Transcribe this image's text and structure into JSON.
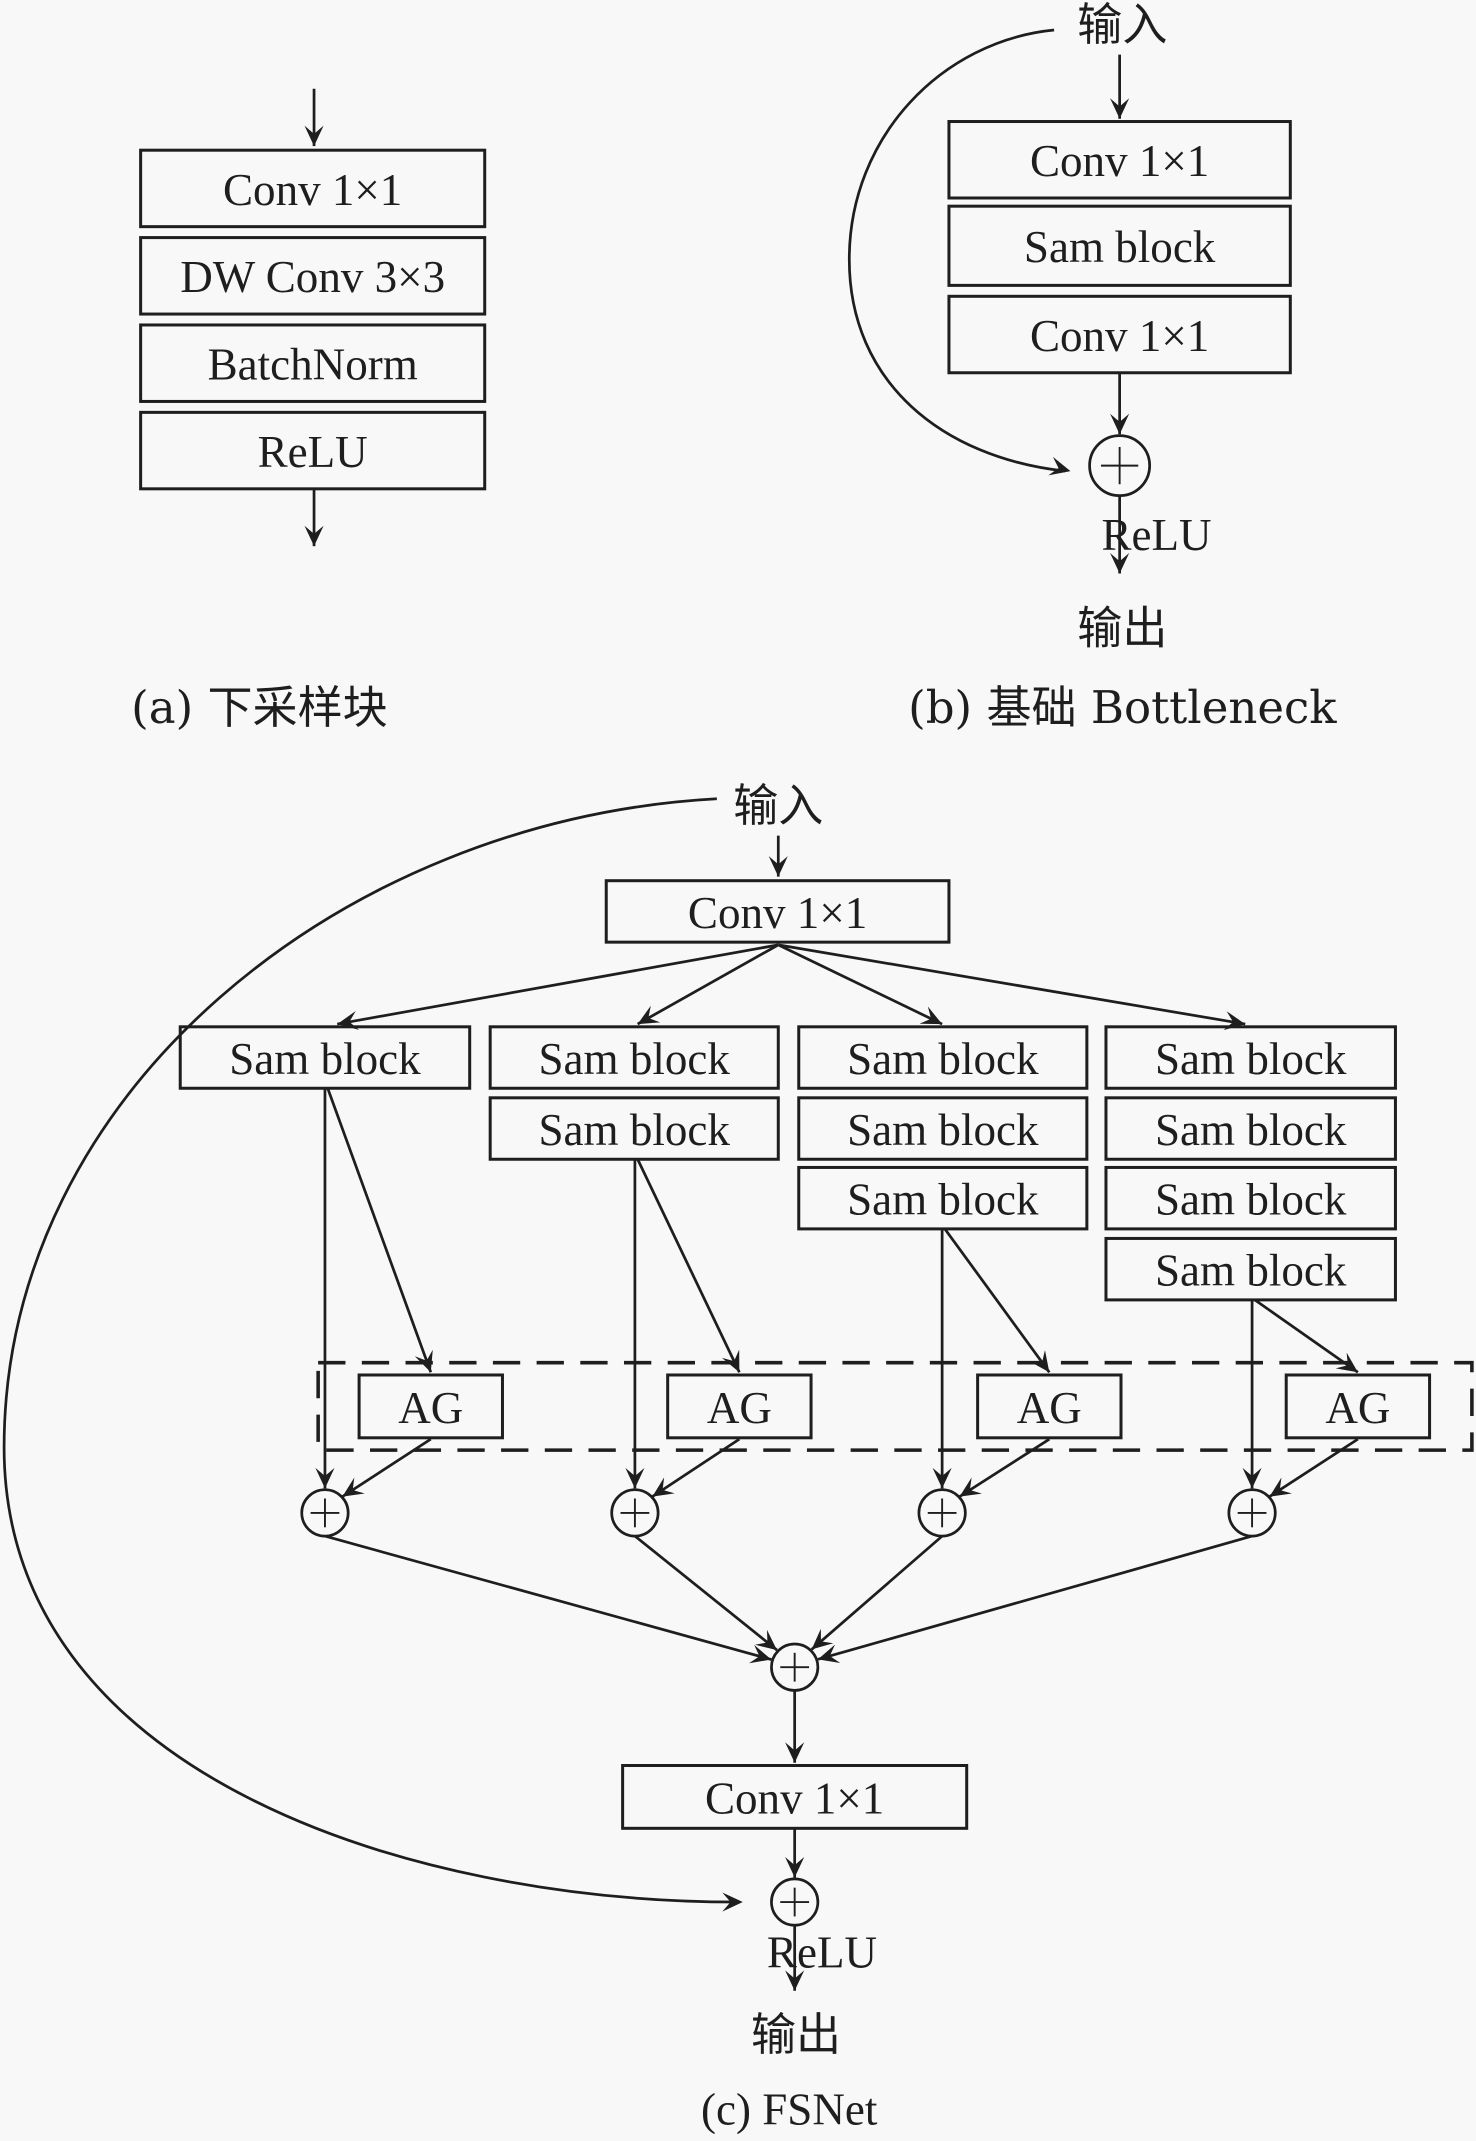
{
  "figure": {
    "panel_a": {
      "caption": "(a) 下采样块",
      "blocks": [
        "Conv 1×1",
        "DW Conv 3×3",
        "BatchNorm",
        "ReLU"
      ]
    },
    "panel_b": {
      "caption": "(b) 基础 Bottleneck",
      "input_label": "输入",
      "output_label": "输出",
      "activation_label": "ReLU",
      "blocks": [
        "Conv 1×1",
        "Sam block",
        "Conv 1×1"
      ],
      "add_symbol": "+"
    },
    "panel_c": {
      "caption": "(c) FSNet",
      "input_label": "输入",
      "output_label": "输出",
      "activation_label": "ReLU",
      "input_conv": "Conv 1×1",
      "output_conv": "Conv 1×1",
      "branches": [
        {
          "blocks": [
            "Sam block"
          ],
          "gate": "AG"
        },
        {
          "blocks": [
            "Sam block",
            "Sam block"
          ],
          "gate": "AG"
        },
        {
          "blocks": [
            "Sam block",
            "Sam block",
            "Sam block"
          ],
          "gate": "AG"
        },
        {
          "blocks": [
            "Sam block",
            "Sam block",
            "Sam block",
            "Sam block"
          ],
          "gate": "AG"
        }
      ],
      "add_symbol": "+"
    }
  }
}
